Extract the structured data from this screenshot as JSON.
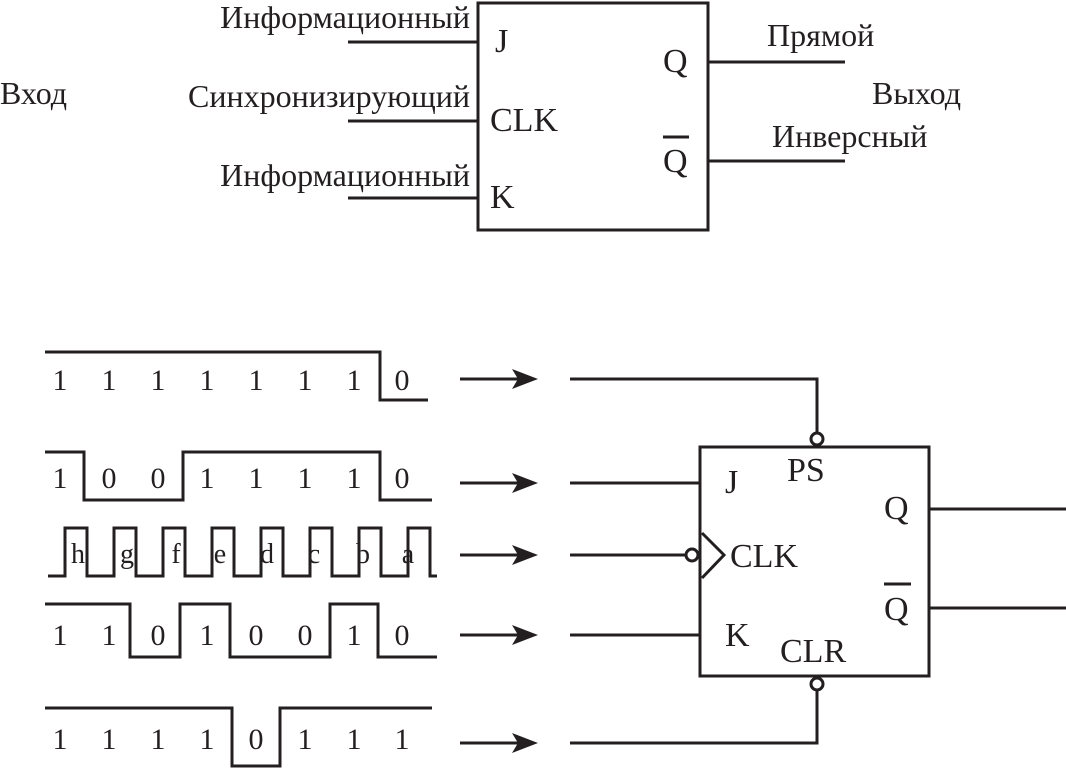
{
  "top": {
    "input_group": "Вход",
    "output_group": "Выход",
    "j_desc": "Информационный",
    "clk_desc": "Синхронизирующий",
    "k_desc": "Информационный",
    "q_desc": "Прямой",
    "qbar_desc": "Инверсный",
    "pin_j": "J",
    "pin_clk": "CLK",
    "pin_k": "K",
    "pin_q": "Q",
    "pin_qbar": "Q"
  },
  "bottom": {
    "pin_ps": "PS",
    "pin_j": "J",
    "pin_clk": "CLK",
    "pin_k": "K",
    "pin_clr": "CLR",
    "pin_q": "Q",
    "pin_qbar": "Q",
    "waves": {
      "ps": [
        "1",
        "1",
        "1",
        "1",
        "1",
        "1",
        "1",
        "0"
      ],
      "j": [
        "1",
        "0",
        "0",
        "1",
        "1",
        "1",
        "1",
        "0"
      ],
      "clk": [
        "h",
        "g",
        "f",
        "e",
        "d",
        "c",
        "b",
        "a"
      ],
      "k": [
        "1",
        "1",
        "0",
        "1",
        "0",
        "0",
        "1",
        "0"
      ],
      "clr": [
        "1",
        "1",
        "1",
        "1",
        "0",
        "1",
        "1",
        "1"
      ]
    }
  }
}
